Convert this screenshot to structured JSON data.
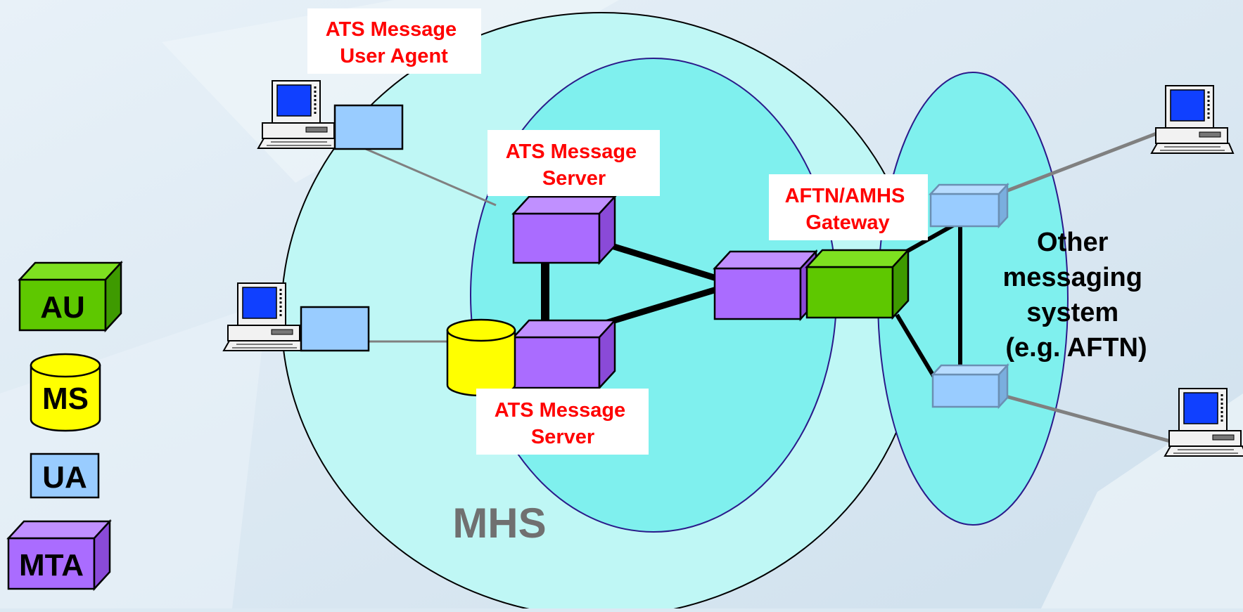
{
  "labels": {
    "user_agent": [
      "ATS Message",
      "User Agent"
    ],
    "server_top": [
      "ATS Message",
      "Server"
    ],
    "server_bottom": [
      "ATS Message",
      "Server"
    ],
    "gateway": [
      "AFTN/AMHS",
      "Gateway"
    ],
    "other_system": [
      "Other",
      "messaging",
      "system",
      "(e.g. AFTN)"
    ],
    "mhs": "MHS"
  },
  "legend": {
    "au": "AU",
    "ms": "MS",
    "ua": "UA",
    "mta": "MTA"
  },
  "colors": {
    "background": "#dce9f3",
    "mhs_outer": "#bff7f5",
    "mhs_inner": "#7ff0ee",
    "other_system": "#7ff0ee",
    "label_red": "#ff0000",
    "mta_purple": "#aa6cff",
    "au_green": "#5ec800",
    "ms_yellow": "#ffff00",
    "ua_blue": "#99ccff",
    "mhs_text": "#707070"
  }
}
